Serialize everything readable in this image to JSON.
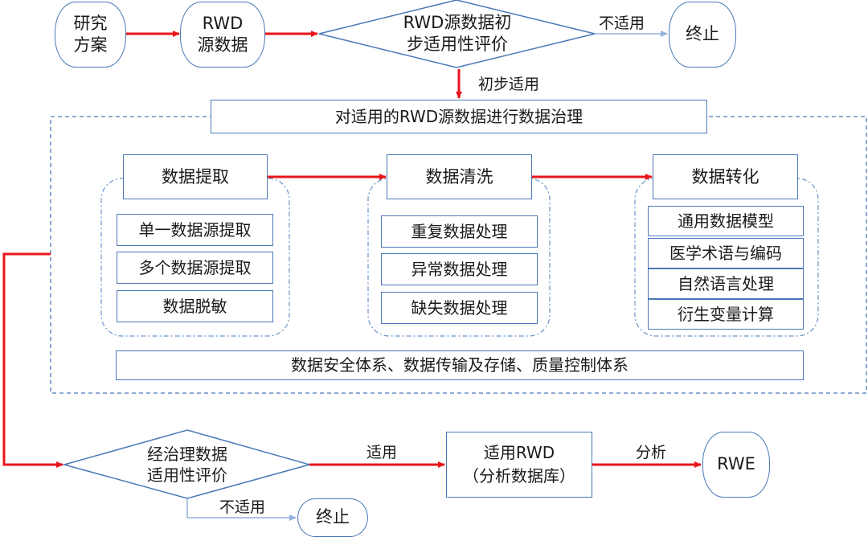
{
  "top": {
    "start": "研究\n方案",
    "rwd_source": "RWD\n源数据",
    "initial_eval": "RWD源数据初\n步适用性评价",
    "not_applicable": "不适用",
    "end": "终止",
    "initial_applicable": "初步适用"
  },
  "governance": {
    "title": "对适用的RWD源数据进行数据治理",
    "extract": {
      "header": "数据提取",
      "items": [
        "单一数据源提取",
        "多个数据源提取",
        "数据脱敏"
      ]
    },
    "clean": {
      "header": "数据清洗",
      "items": [
        "重复数据处理",
        "异常数据处理",
        "缺失数据处理"
      ]
    },
    "transform": {
      "header": "数据转化",
      "items": [
        "通用数据模型",
        "医学术语与编码",
        "自然语言处理",
        "衍生变量计算"
      ]
    },
    "security": "数据安全体系、数据传输及存储、质量控制体系"
  },
  "bottom": {
    "eval": "经治理数据\n适用性评价",
    "applicable": "适用",
    "not_applicable": "不适用",
    "end": "终止",
    "rwd_db": "适用RWD\n（分析数据库）",
    "analysis": "分析",
    "rwe": "RWE"
  }
}
